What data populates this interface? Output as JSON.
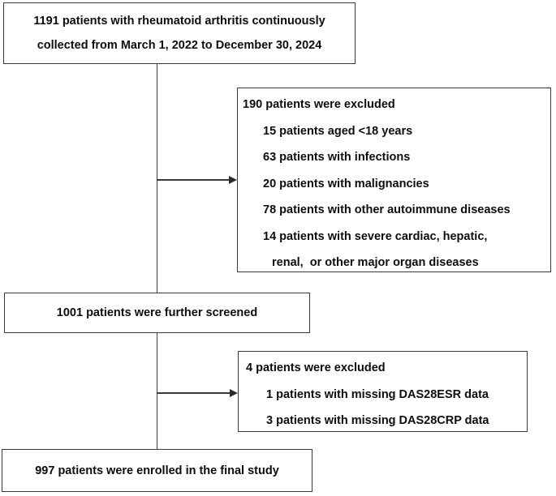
{
  "flowchart": {
    "colors": {
      "border": "#3a3a3a",
      "text": "#0d0d0d",
      "background": "#ffffff"
    },
    "top_box": {
      "line1": "1191 patients with rheumatoid arthritis continuously",
      "line2": "collected from March 1, 2022 to December 30, 2024"
    },
    "exclusion_box_1": {
      "title": "190 patients were excluded",
      "items": [
        "15 patients aged <18 years",
        "63 patients with infections",
        "20 patients with malignancies",
        "78 patients with other autoimmune diseases",
        "14 patients with severe cardiac, hepatic,",
        "renal,  or other major organ diseases"
      ]
    },
    "screened_box": {
      "text": "1001 patients were further screened"
    },
    "exclusion_box_2": {
      "title": "4 patients were excluded",
      "items": [
        "1 patients with missing DAS28ESR data",
        "3 patients with missing DAS28CRP data"
      ]
    },
    "final_box": {
      "text": "997 patients were enrolled in the final study"
    }
  }
}
